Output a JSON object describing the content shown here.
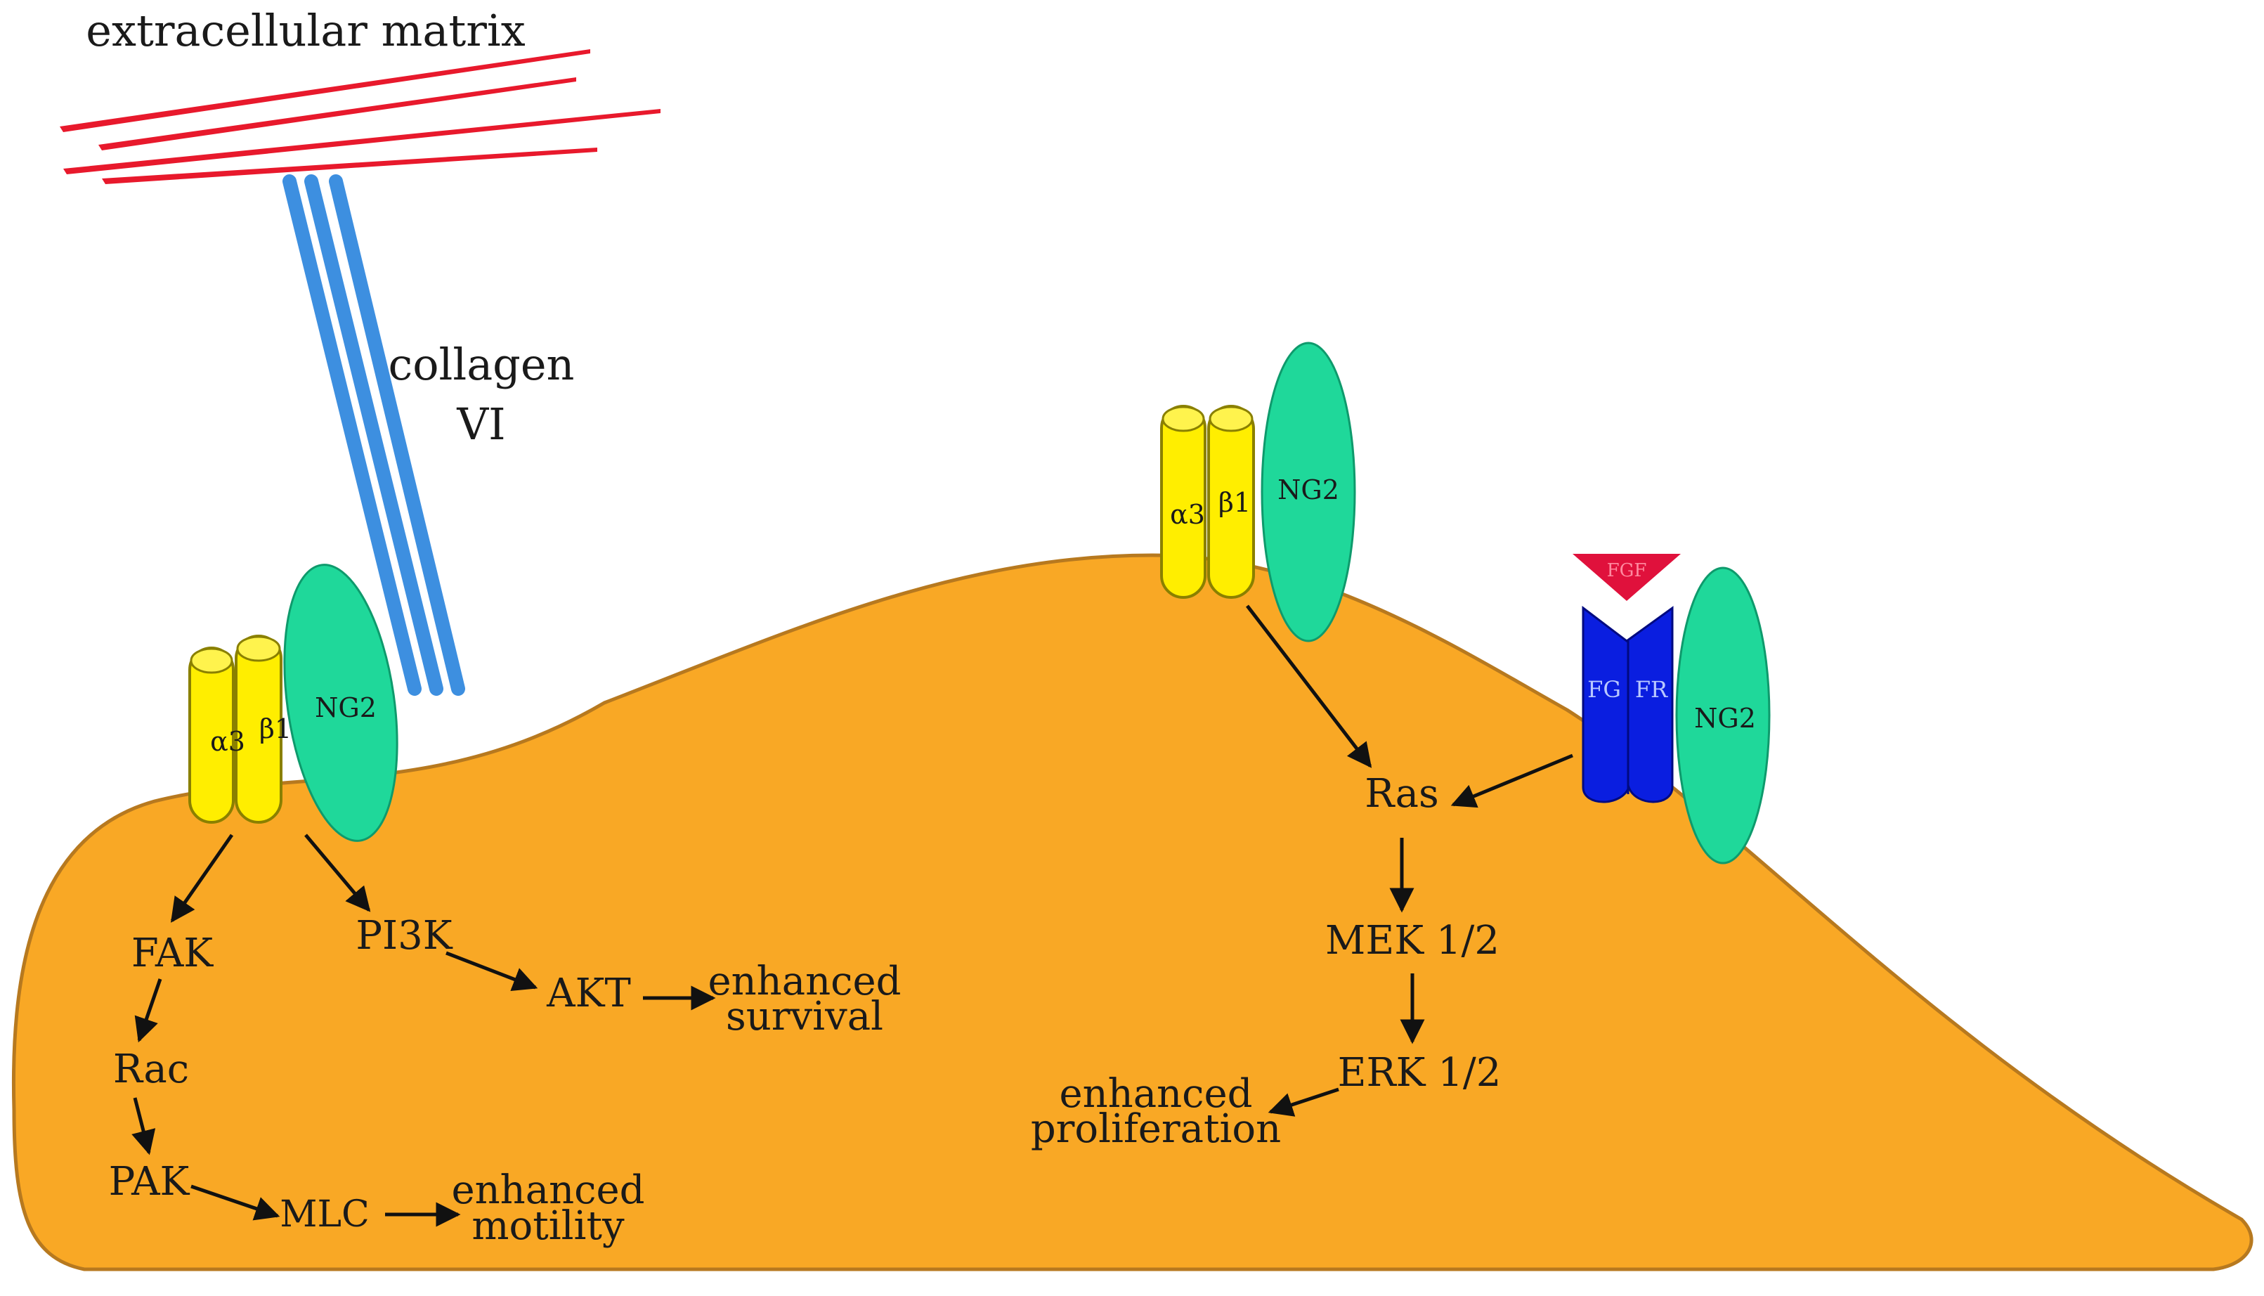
{
  "ecm": {
    "label": "extracellular matrix"
  },
  "collagen": {
    "line1": "collagen",
    "line2": "VI"
  },
  "left_complex": {
    "alpha": "α3",
    "beta": "β1",
    "ng2": "NG2"
  },
  "right_complex": {
    "alpha": "α3",
    "beta": "β1",
    "ng2": "NG2"
  },
  "fgf_complex": {
    "ligand": "FGF",
    "receptor_left": "FG",
    "receptor_right": "FR",
    "ng2": "NG2"
  },
  "left_pathway": {
    "fak": "FAK",
    "rac": "Rac",
    "pak": "PAK",
    "mlc": "MLC",
    "motility_line1": "enhanced",
    "motility_line2": "motility",
    "pi3k": "PI3K",
    "akt": "AKT",
    "survival_line1": "enhanced",
    "survival_line2": "survival"
  },
  "right_pathway": {
    "ras": "Ras",
    "mek": "MEK 1/2",
    "erk": "ERK 1/2",
    "prolif_line1": "enhanced",
    "prolif_line2": "proliferation"
  },
  "colors": {
    "cell": "#f9a825",
    "cell_outline": "#b7791f",
    "integrin": "#ffee00",
    "ng2": "#1fd89a",
    "collagen": "#3d8fe0",
    "ecm_fiber": "#e8192c",
    "fgf": "#e0113c",
    "fgfr": "#0a1ee0"
  }
}
